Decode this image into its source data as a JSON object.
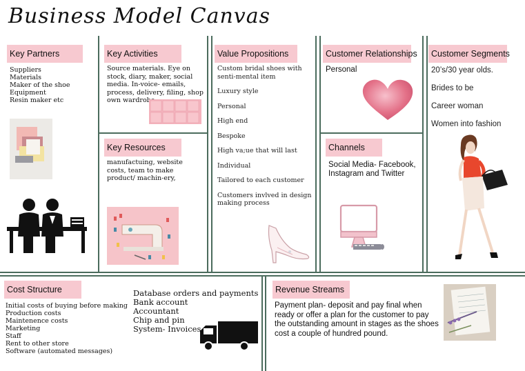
{
  "title": "Business Model Canvas",
  "key_partners": {
    "label": "Key Partners",
    "items": [
      "Suppliers",
      "Materials",
      "Maker of the shoe",
      "Equipment",
      "Resin maker etc"
    ]
  },
  "key_activities": {
    "label": "Key Activities",
    "text": "Source materials. Eye on stock, diary, maker, social media. In-voice- emails, process, delivery, filing, shop own wardrobe"
  },
  "key_resources": {
    "label": "Key Resources",
    "text": "manufactuing, website costs, team to make product/ machin-ery,"
  },
  "value_propositions": {
    "label": "Value Propositions",
    "items": [
      "Custom bridal shoes with senti-mental item",
      "Luxury style",
      "Personal",
      "High end",
      "Bespoke",
      "High va;ue that will last",
      "Individual",
      "Tailored to each customer",
      "Customers invlved in design making process"
    ]
  },
  "customer_relationships": {
    "label": "Customer Relationships",
    "text": "Personal"
  },
  "channels": {
    "label": "Channels",
    "text": "Social Media- Facebook, Instagram and Twitter"
  },
  "customer_segments": {
    "label": "Customer Segments",
    "items": [
      "20’s/30 year olds.",
      "Brides to be",
      "Career woman",
      "Women into fashion"
    ]
  },
  "cost_structure": {
    "label": "Cost Structure",
    "items": [
      "Initial costs of buying before making",
      "Production costs",
      "Maintenence costs",
      "Marketing",
      "Staff",
      "Rent to other store",
      "Software (automated messages)"
    ],
    "items2": [
      "Database orders and payments",
      "Bank account",
      "Accountant",
      "Chip and pin",
      "System- Invoices"
    ]
  },
  "revenue_streams": {
    "label": "Revenue Streams",
    "text": "Payment plan- deposit and pay final when ready or offer a plan for the customer to pay the outstanding amount in stages as the shoes cost a couple of hundred pound."
  },
  "colors": {
    "label_bg": "#f7c9d0",
    "grid_line": "#4a6b5c",
    "heart": "#e0607a"
  }
}
